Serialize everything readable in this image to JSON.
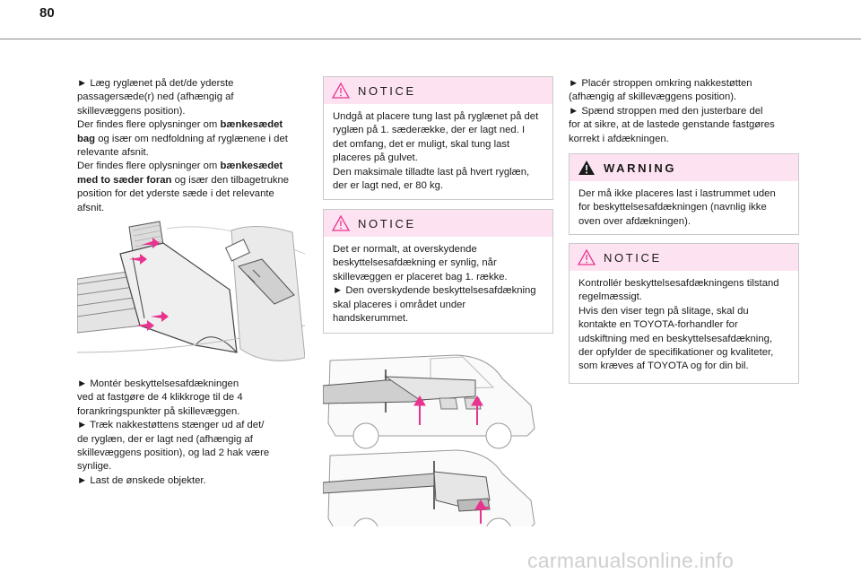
{
  "page": {
    "number": "80"
  },
  "column1": {
    "bullet": "►",
    "p1_line1": "Læg ryglænet på det/de yderste",
    "p1_line2": "passagersæde(r) ned (afhængig af",
    "p1_line3": "skillevæggens position).",
    "p2_pre": "Der findes flere oplysninger om ",
    "p2_bold1": "bænkesædet",
    "p2_bold2": "bag",
    "p2_post1": " og især om nedfoldning af ryglænene i det",
    "p2_post2": "relevante afsnit.",
    "p3_pre": "Der findes flere oplysninger om ",
    "p3_bold1": "bænkesædet",
    "p3_bold2": "med to sæder foran",
    "p3_post1": " og især den tilbagetrukne",
    "p3_post2": "position for det yderste sæde i det relevante",
    "p3_post3": "afsnit.",
    "q1_line1": "Montér beskyttelsesafdækningen",
    "q1_line2": "ved at fastgøre de 4 klikkroge til de 4",
    "q1_line3": "forankringspunkter på skillevæggen.",
    "q2_line1": "Træk nakkestøttens stænger ud af det/",
    "q2_line2": "de ryglæn, der er lagt ned (afhængig af",
    "q2_line3": "skillevæggens position), og lad 2 hak være",
    "q2_line4": "synlige.",
    "q3_line1": "Last de ønskede objekter."
  },
  "notice1": {
    "title": "NOTICE",
    "l1": "Undgå at placere tung last på ryglænet på det",
    "l2": "ryglæn på 1. sæderække, der er lagt ned. I",
    "l3": "det omfang, det er muligt, skal tung last",
    "l4": "placeres på gulvet.",
    "l5": "Den maksimale tilladte last på hvert ryglæn,",
    "l6": "der er lagt ned, er 80 kg."
  },
  "notice2": {
    "title": "NOTICE",
    "l1": "Det er normalt, at overskydende",
    "l2": "beskyttelsesafdækning er synlig, når",
    "l3": "skillevæggen er placeret bag 1. række.",
    "l4": "Den overskydende beskyttelsesafdækning",
    "l5": "skal placeres i området under",
    "l6": "handskerummet."
  },
  "column3": {
    "a1_line1": "Placér stroppen omkring nakkestøtten",
    "a1_line2": "(afhængig af skillevæggens position).",
    "a2_line1": "Spænd stroppen med den justerbare del",
    "a2_line2": "for at sikre, at de lastede genstande fastgøres",
    "a2_line3": "korrekt i afdækningen."
  },
  "warning": {
    "title": "WARNING",
    "l1": "Der må ikke placeres last i lastrummet uden",
    "l2": "for beskyttelsesafdækningen (navnlig ikke",
    "l3": "oven over afdækningen)."
  },
  "notice3": {
    "title": "NOTICE",
    "l1": "Kontrollér beskyttelsesafdækningens tilstand",
    "l2": "regelmæssigt.",
    "l3": "Hvis den viser tegn på slitage, skal du",
    "l4": "kontakte en TOYOTA-forhandler for",
    "l5": "udskiftning med en beskyttelsesafdækning,",
    "l6": "der opfylder de specifikationer og kvaliteter,",
    "l7": "som kræves af TOYOTA og for din bil."
  },
  "footer": {
    "watermark": "carmanualsonline.info"
  },
  "colors": {
    "accent": "#e8338f",
    "header_bg": "#fde3f1",
    "border": "#c9c9c9"
  }
}
